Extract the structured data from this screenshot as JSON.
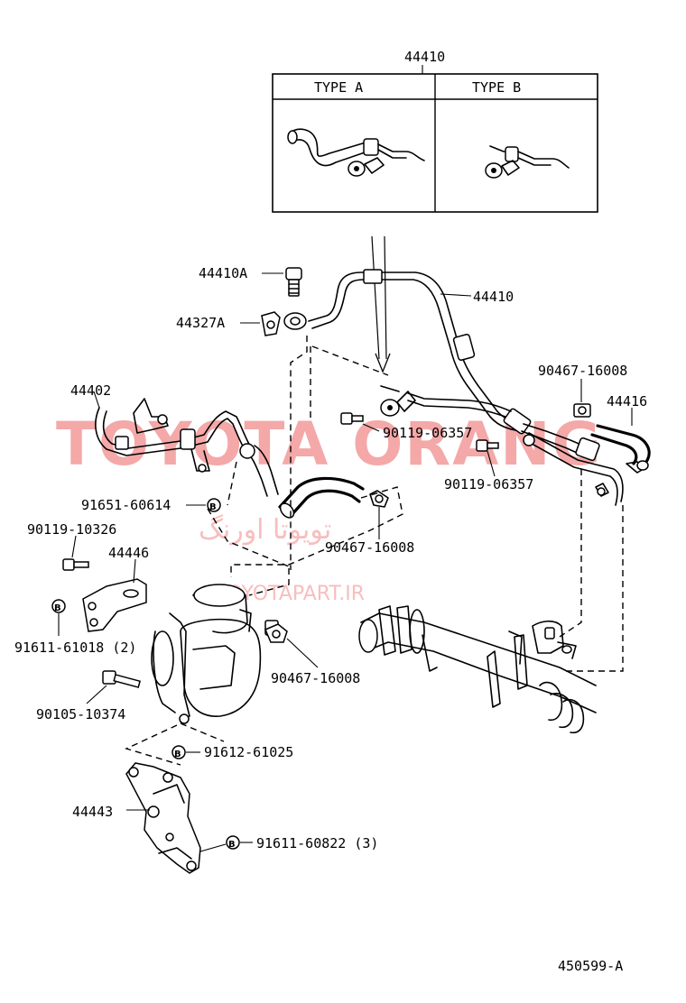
{
  "inset": {
    "title": "44410",
    "types": [
      "TYPE  A",
      "TYPE  B"
    ]
  },
  "watermarks": {
    "main": "TOYOTA ORANG",
    "url": "TOYOTAPART.IR",
    "persian": "تويوتا اورنگ"
  },
  "labels": {
    "p44410A": "44410A",
    "p44327A": "44327A",
    "p44410": "44410",
    "p44402": "44402",
    "p90467_top": "90467-16008",
    "p44416": "44416",
    "p90119_a": "90119-06357",
    "p90119_b": "90119-06357",
    "p91651": "91651-60614",
    "p90467_mid": "90467-16008",
    "p90119_10326": "90119-10326",
    "p44446": "44446",
    "p91611_61018": "91611-61018 (2)",
    "p90467_low": "90467-16008",
    "p90105": "90105-10374",
    "p91612": "91612-61025",
    "p44443": "44443",
    "p91611_60822": "91611-60822 (3)"
  },
  "symbols": {
    "b_mark": "B"
  },
  "footer": {
    "code": "450599-A"
  }
}
